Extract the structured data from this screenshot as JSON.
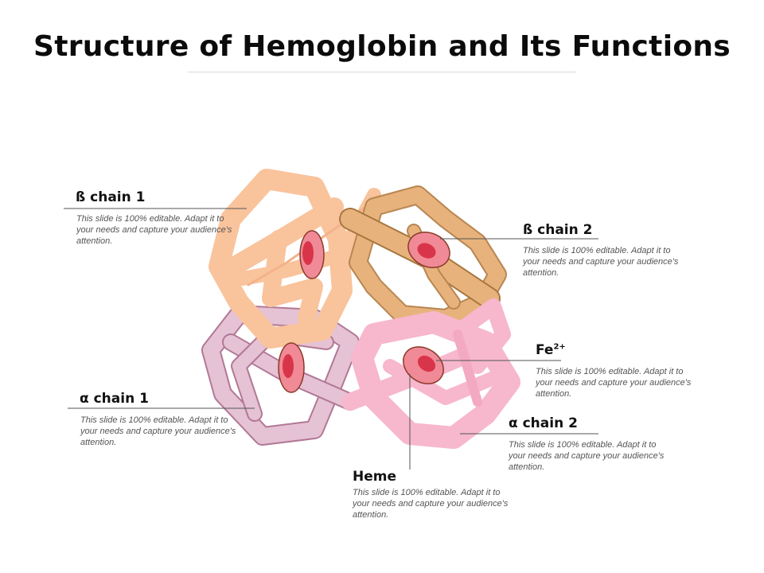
{
  "title": "Structure of Hemoglobin and Its Functions",
  "labels": {
    "beta1": {
      "name": "ß chain 1",
      "text": "This slide is 100% editable. Adapt it to your needs and capture your audience's attention."
    },
    "beta2": {
      "name": "ß chain 2",
      "text": "This slide is 100% editable. Adapt it to your needs and capture your audience's attention."
    },
    "fe": {
      "name": "Fe",
      "sup": "2+",
      "text": "This slide is 100% editable. Adapt it to your needs and capture your audience's attention."
    },
    "alpha1": {
      "name": "α chain 1",
      "text": "This slide is 100% editable. Adapt it to your needs and capture your audience's attention."
    },
    "alpha2": {
      "name": "α chain 2",
      "text": "This slide is 100% editable. Adapt it to your needs and capture your audience's attention."
    },
    "heme": {
      "name": "Heme",
      "text": "This slide is 100% editable. Adapt it to your needs and capture your audience's attention."
    }
  },
  "colors": {
    "beta1": "#f9c39c",
    "beta2": "#e8b27c",
    "alpha1": "#e5c2d4",
    "alpha2": "#f7b7cd",
    "heme_outer": "#f08a96",
    "heme_inner": "#d9354a"
  }
}
